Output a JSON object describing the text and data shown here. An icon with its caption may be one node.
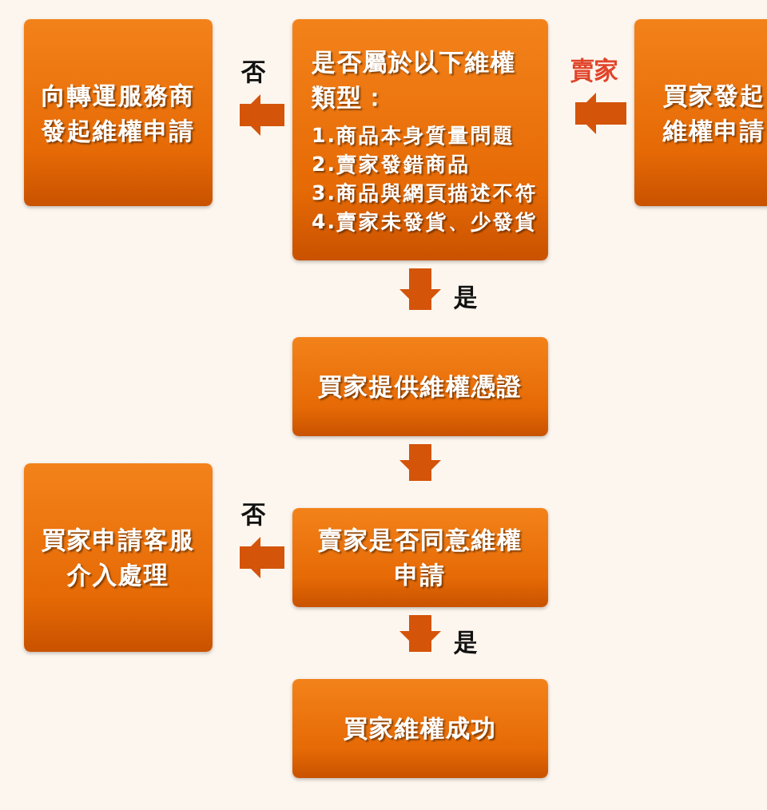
{
  "diagram": {
    "nodes": [
      {
        "text": [
          "買家發起維權申請"
        ]
      },
      {
        "text": [
          "是否屬於以下維權類型：",
          "1.商品本身質量問題",
          "2.賣家發錯商品",
          "3.商品與網頁描述不符",
          "4.賣家未發貨、少發貨"
        ]
      },
      {
        "text": [
          "向轉運服務商發起維權申請"
        ]
      },
      {
        "text": [
          "買家提供維權憑證"
        ]
      },
      {
        "text": [
          "賣家是否同意維權申請"
        ]
      },
      {
        "text": [
          "買家申請客服介入處理"
        ]
      },
      {
        "text": [
          "買家維權成功"
        ]
      }
    ],
    "edges": [
      {
        "from": 0,
        "to": 1,
        "arrow": "to",
        "label": "賣家"
      },
      {
        "from": 1,
        "to": 2,
        "arrow": "to",
        "label": "否"
      },
      {
        "from": 1,
        "to": 3,
        "arrow": "to",
        "label": "是"
      },
      {
        "from": 3,
        "to": 4,
        "arrow": "to"
      },
      {
        "from": 4,
        "to": 5,
        "arrow": "to",
        "label": "否"
      },
      {
        "from": 4,
        "to": 6,
        "arrow": "to",
        "label": "是"
      }
    ]
  }
}
